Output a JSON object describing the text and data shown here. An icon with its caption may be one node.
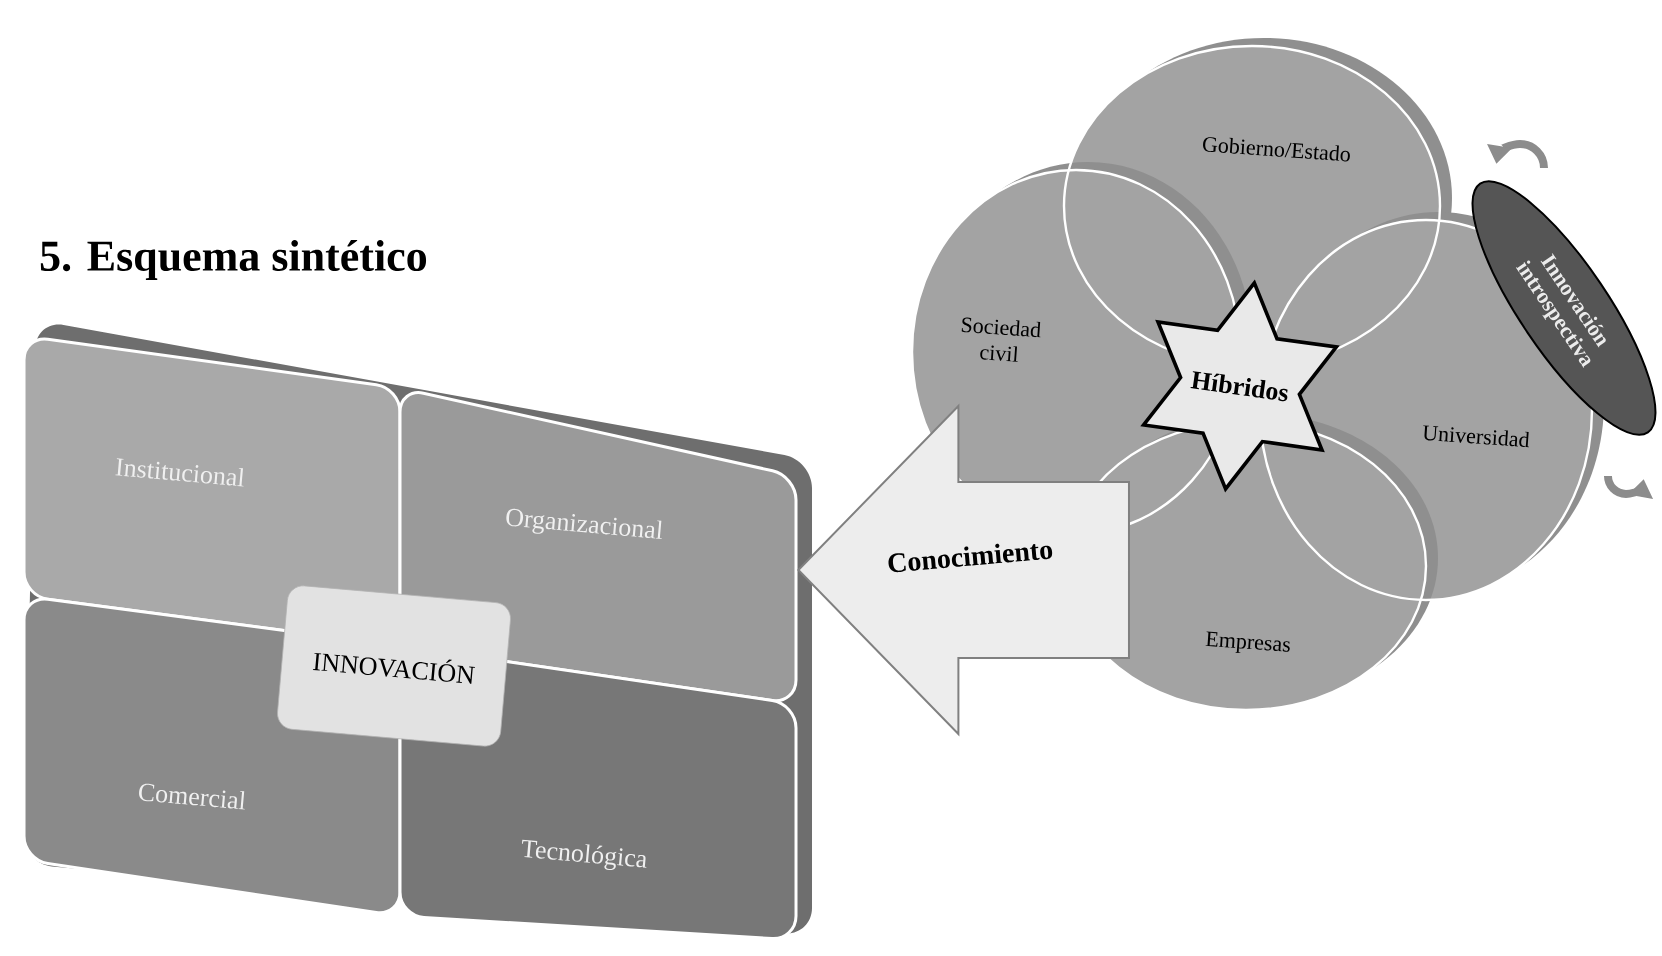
{
  "diagram": {
    "title": "5. Esquema sintético",
    "nodes": [
      {
        "text": [],
        "shape": "box"
      },
      {
        "text": [
          "Institucional"
        ],
        "in": 0
      },
      {
        "text": [
          "Organizacional"
        ],
        "in": 0
      },
      {
        "text": [
          "INNOVACIÓN"
        ],
        "in": 0
      },
      {
        "text": [
          "Comercial"
        ],
        "in": 0
      },
      {
        "text": [
          "Tecnológica"
        ],
        "in": 0
      },
      {
        "text": [
          "Gobierno/Estado"
        ]
      },
      {
        "text": [
          "Sociedad civil"
        ]
      },
      {
        "text": [
          "Híbridos"
        ]
      },
      {
        "text": [
          "Universidad"
        ]
      },
      {
        "text": [
          "Empresas"
        ]
      },
      {
        "text": [
          "Innovación introspectiva"
        ]
      }
    ],
    "edges": [
      {
        "from": 8,
        "to": 0,
        "arrow": "to",
        "label": "Conocimiento",
        "style": "thick"
      }
    ]
  }
}
